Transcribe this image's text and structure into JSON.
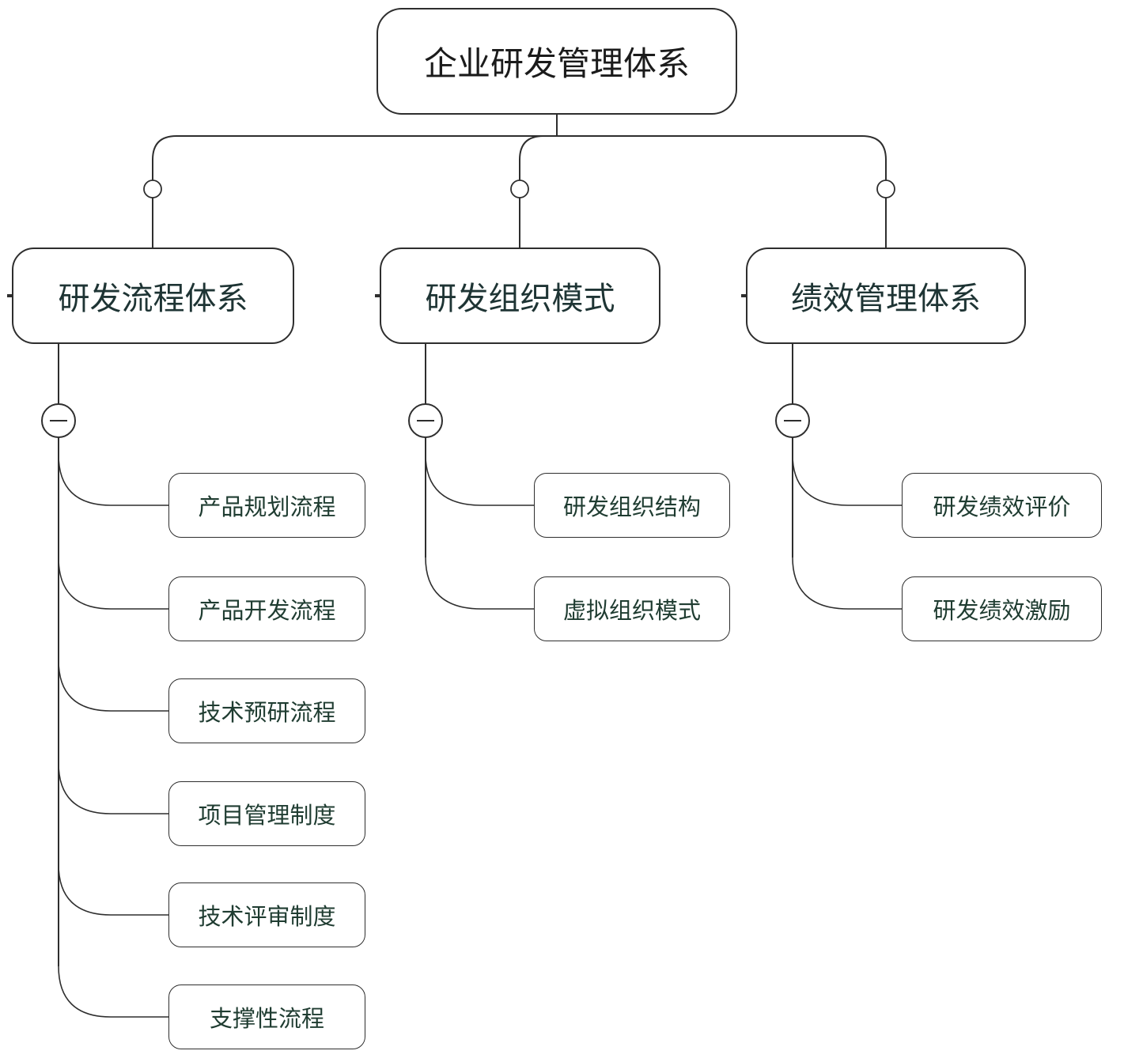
{
  "diagram": {
    "type": "mindmap-tree",
    "root": {
      "label": "企业研发管理体系"
    },
    "branches": [
      {
        "label": "研发流程体系",
        "children": [
          {
            "label": "产品规划流程"
          },
          {
            "label": "产品开发流程"
          },
          {
            "label": "技术预研流程"
          },
          {
            "label": "项目管理制度"
          },
          {
            "label": "技术评审制度"
          },
          {
            "label": "支撑性流程"
          }
        ]
      },
      {
        "label": "研发组织模式",
        "children": [
          {
            "label": "研发组织结构"
          },
          {
            "label": "虚拟组织模式"
          }
        ]
      },
      {
        "label": "绩效管理体系",
        "children": [
          {
            "label": "研发绩效评价"
          },
          {
            "label": "研发绩效激励"
          }
        ]
      }
    ],
    "controls": {
      "collapse_symbol": "−"
    },
    "colors": {
      "background": "#ffffff",
      "node_fill": "#ffffff",
      "node_border": "#2e2e2e",
      "line": "#2e2e2e",
      "root_text": "#1b1b1b",
      "branch_text": "#1e3434",
      "leaf_text": "#1f3c31"
    }
  }
}
